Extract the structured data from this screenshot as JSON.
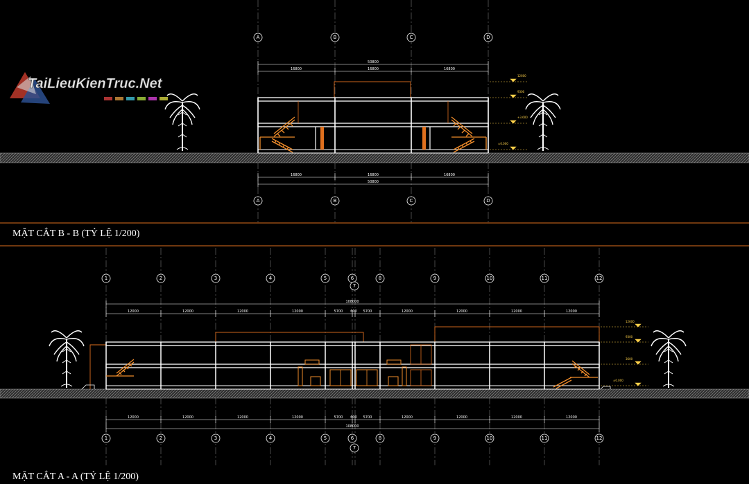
{
  "watermark": {
    "text": "TaiLieuKienTruc.Net"
  },
  "section_bb": {
    "title": "MẶT CẮT B - B (TỶ LỆ 1/200)",
    "axes": [
      "A",
      "B",
      "C",
      "D"
    ],
    "spans": [
      "16800",
      "16800",
      "16800"
    ],
    "total": "50800",
    "levels": [
      "12600",
      "9300",
      "+3.600",
      "±0.000"
    ]
  },
  "section_aa": {
    "title": "MẶT CẮT A - A (TỶ LỆ 1/200)",
    "axes": [
      "1",
      "2",
      "3",
      "4",
      "5",
      "6",
      "7",
      "8",
      "9",
      "10",
      "11",
      "12"
    ],
    "spans_left": [
      "12000",
      "12000",
      "12000",
      "12000",
      "5700"
    ],
    "mid_span": "600",
    "spans_right": [
      "5700",
      "12000",
      "12000",
      "12000",
      "12000"
    ],
    "total": "108000",
    "levels": [
      "12600",
      "9300",
      "3600",
      "±0.000"
    ]
  },
  "colors": {
    "background": "#000000",
    "line": "#ffffff",
    "accent": "#e0701e",
    "stair": "#f08c2a",
    "ground_hatch": "#7a7a7a",
    "axis_line": "#8a8a8a"
  }
}
